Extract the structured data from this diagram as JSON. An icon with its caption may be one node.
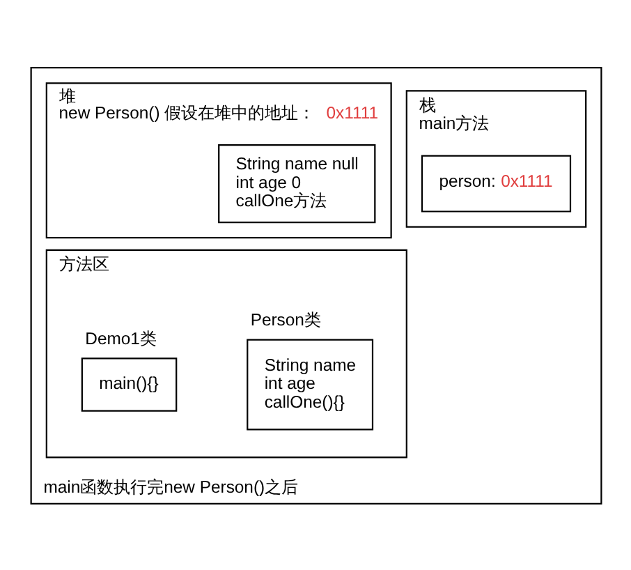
{
  "diagram": {
    "nodes": [
      {
        "text": [
          "main函数执行完new Person()之后"
        ]
      },
      {
        "text": [
          "栈",
          "main方法"
        ],
        "in": 0
      },
      {
        "text": [
          "person:",
          "0x1111"
        ],
        "in": 1
      },
      {
        "text": [
          "堆",
          "new Person() 假设在堆中的地址：",
          "0x1111"
        ],
        "in": 0
      },
      {
        "text": [
          "String name null",
          "int age 0",
          "callOne方法"
        ],
        "in": 3
      },
      {
        "text": [
          "方法区"
        ],
        "in": 0
      },
      {
        "text": [
          "Person类",
          "String name",
          "int age",
          "callOne(){}"
        ],
        "in": 5
      },
      {
        "text": [
          "Demo1类",
          "main(){}"
        ],
        "in": 5
      }
    ],
    "edges": []
  }
}
